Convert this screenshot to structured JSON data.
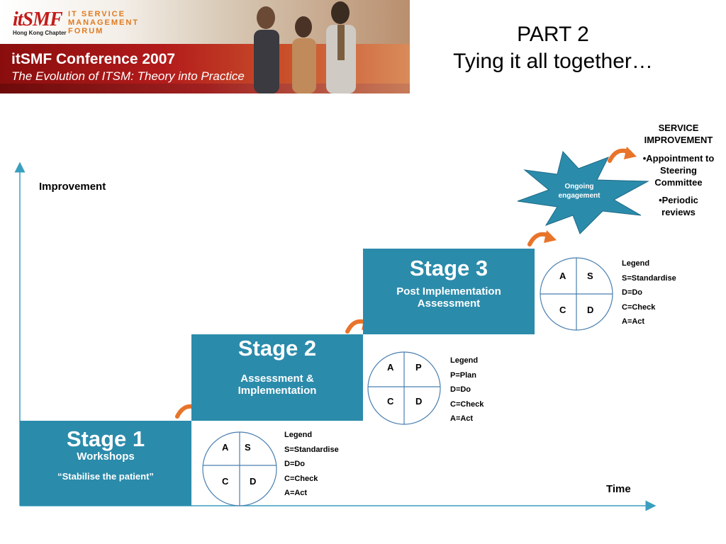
{
  "banner": {
    "logo": "itSMF",
    "logo_sub": "Hong Kong Chapter",
    "forum_line1": "IT SERVICE",
    "forum_line2": "MANAGEMENT",
    "forum_line3": "FORUM",
    "conference_title": "itSMF Conference 2007",
    "conference_subtitle": "The Evolution of ITSM: Theory into Practice"
  },
  "title": {
    "line1": "PART 2",
    "line2": "Tying it all together…"
  },
  "axes": {
    "y_label": "Improvement",
    "x_label": "Time"
  },
  "stages": [
    {
      "heading": "Stage 1",
      "subtitle": "Workshops",
      "note": "“Stabilise the patient”"
    },
    {
      "heading": "Stage 2",
      "subtitle_line1": "Assessment &",
      "subtitle_line2": "Implementation"
    },
    {
      "heading": "Stage 3",
      "subtitle_line1": "Post Implementation",
      "subtitle_line2": "Assessment"
    }
  ],
  "cycles": [
    {
      "q": [
        "A",
        "S",
        "C",
        "D"
      ],
      "legend": [
        "Legend",
        "S=Standardise",
        "D=Do",
        "C=Check",
        "A=Act"
      ]
    },
    {
      "q": [
        "A",
        "P",
        "C",
        "D"
      ],
      "legend": [
        "Legend",
        "P=Plan",
        "D=Do",
        "C=Check",
        "A=Act"
      ]
    },
    {
      "q": [
        "A",
        "S",
        "C",
        "D"
      ],
      "legend": [
        "Legend",
        "S=Standardise",
        "D=Do",
        "C=Check",
        "A=Act"
      ]
    }
  ],
  "burst": {
    "line1": "Ongoing",
    "line2": "engagement"
  },
  "service_improvement": {
    "heading_line1": "SERVICE",
    "heading_line2": "IMPROVEMENT",
    "item1_line1": "•Appointment to",
    "item1_line2": "Steering",
    "item1_line3": "Committee",
    "item2_line1": "•Periodic",
    "item2_line2": "reviews"
  },
  "colors": {
    "stage": "#2b8bab",
    "axis": "#3a9fbf",
    "arrow": "#e8742a",
    "circle": "#4a7fb0"
  }
}
